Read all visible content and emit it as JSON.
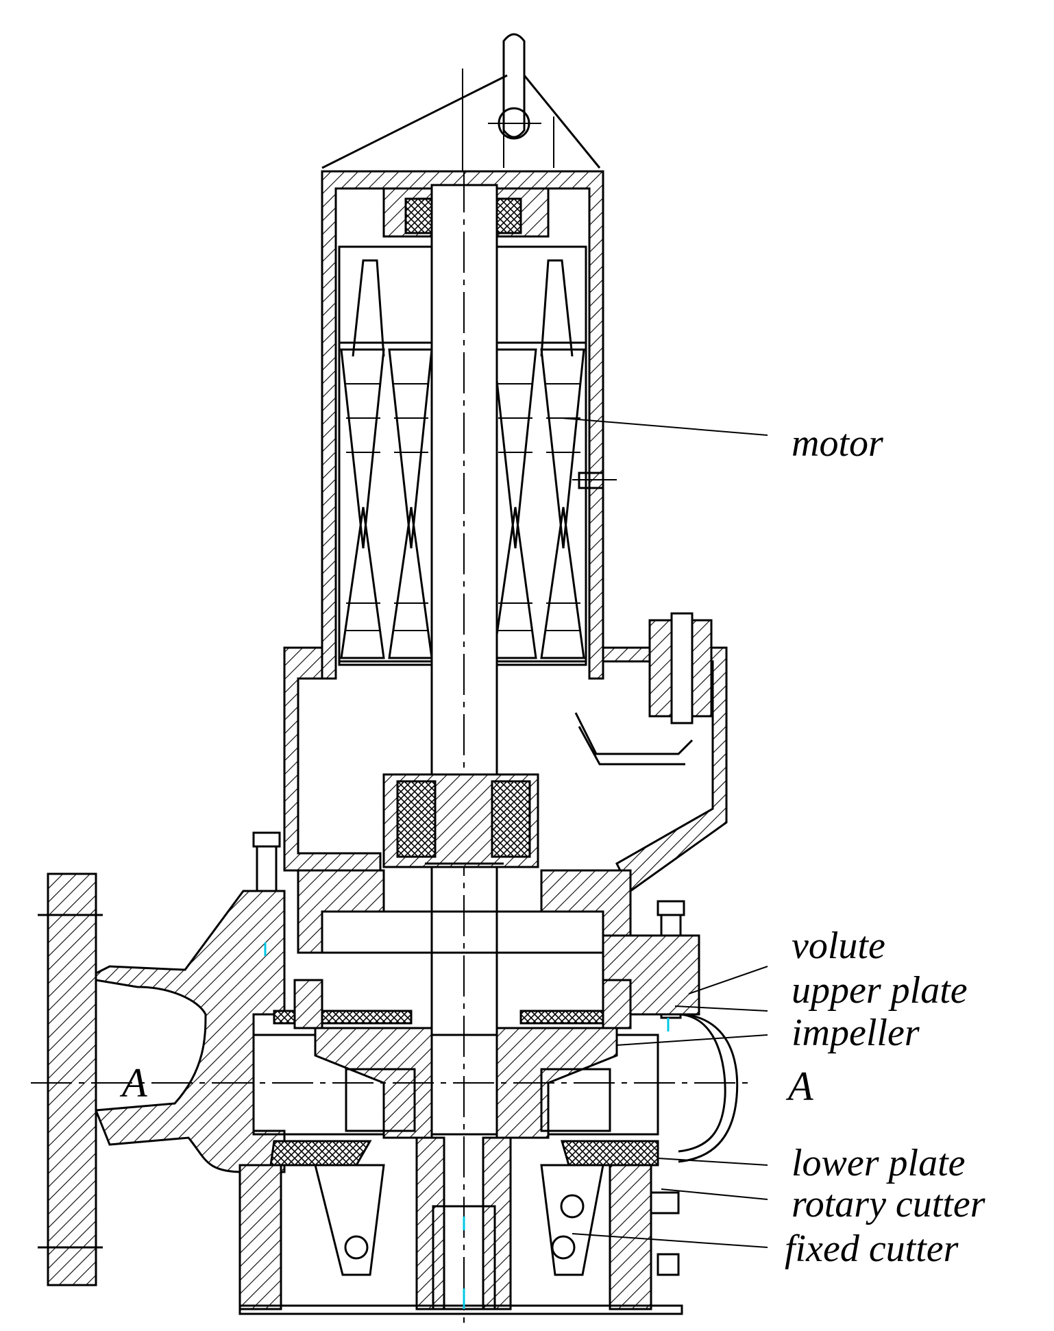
{
  "labels": {
    "motor": "motor",
    "volute": "volute",
    "upper_plate": "upper plate",
    "impeller": "impeller",
    "section_right": "A",
    "section_left": "A",
    "lower_plate": "lower plate",
    "rotary_cutter": "rotary cutter",
    "fixed_cutter": "fixed cutter"
  },
  "colors": {
    "line": "#000000",
    "accent": "#00c8e6",
    "background": "#ffffff"
  }
}
